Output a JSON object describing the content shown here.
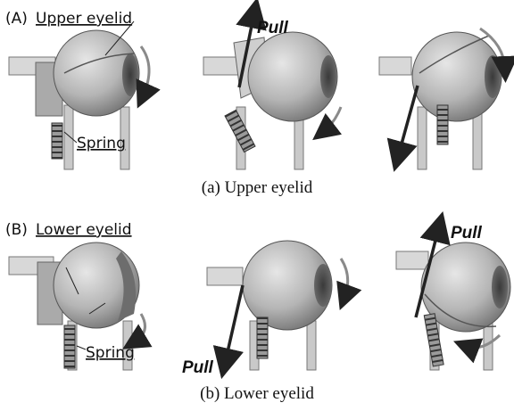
{
  "figure": {
    "panel_a": {
      "tag": "(A)",
      "title": "Upper eyelid",
      "spring_label": "Spring",
      "pull_label": "Pull",
      "caption": "(a) Upper eyelid"
    },
    "panel_b": {
      "tag": "(B)",
      "title": "Lower eyelid",
      "spring_label": "Spring",
      "pull_label_left": "Pull",
      "pull_label_right": "Pull",
      "caption": "(b) Lower eyelid"
    }
  }
}
